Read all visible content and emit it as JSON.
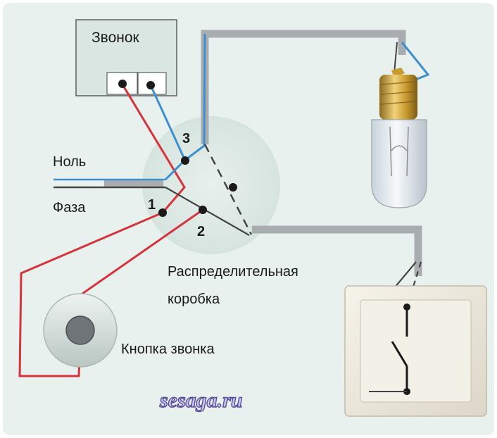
{
  "labels": {
    "bell": "Звонок",
    "neutral": "Ноль",
    "phase": "Фаза",
    "junction_box_line1": "Распределительная",
    "junction_box_line2": "коробка",
    "bell_button": "Кнопка звонка",
    "watermark": "sesaga.ru"
  },
  "connection_numbers": [
    "1",
    "2",
    "3"
  ],
  "colors": {
    "background": "#ffffff",
    "panel": "#e9f1ef",
    "conduit": "#a9adb0",
    "phase_wire": "#d8323a",
    "neutral_wire": "#3d8fd0",
    "switched_wire": "#444444",
    "junction_box": "#dde9e4"
  }
}
